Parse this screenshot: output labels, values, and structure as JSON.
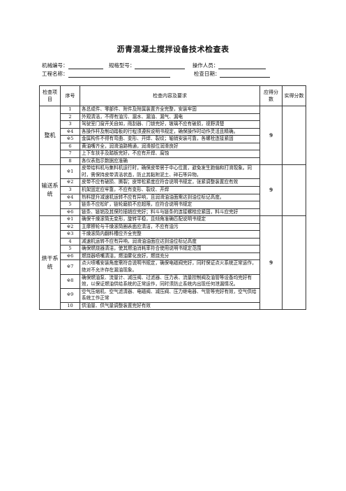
{
  "title": "沥青混凝土搅拌设备技术检查表",
  "header": {
    "machine_no": "机械编号：",
    "spec_model": "规格型号：",
    "operator": "操作人员：",
    "project_name": "工程名称：",
    "check_date": "检查日期："
  },
  "columns": {
    "item": "检查项目",
    "seq": "序号",
    "content": "检查内容及要求",
    "due": "应得分数",
    "actual": "实得分数"
  },
  "sections": [
    {
      "name": "整机",
      "score": "9",
      "rows": [
        {
          "no": "1",
          "text": "各总成件、零部件、附件及附属装置齐全完整，安装牢固"
        },
        {
          "no": "2",
          "text": "外观清洁，不得有油污、漏水、漏油、漏气、漏电"
        },
        {
          "no": "3",
          "text": "驾驶室门窗开关自如，雨刮器、门锁完好，玻璃不应有破损，视野清楚"
        },
        {
          "no": "※4",
          "text": "各操作杆及制动踏板的行程须遵照说明书规定，确保操作时动作灵活且精确。"
        },
        {
          "no": "※5",
          "text": "金属构件不得有弯曲、变形、开焊、裂纹；轴销安装可靠，各螺栓连接紧固"
        },
        {
          "no": "6",
          "text": "黄油嘴齐全，润滑油路畅通，润滑部位润滑良好"
        },
        {
          "no": "7",
          "text": "上下车扶手及踏板完好，不应有开焊、腐蚀"
        },
        {
          "no": "8",
          "text": "各仪表指示数据应准确"
        }
      ]
    },
    {
      "name": "输送系统",
      "score": "9",
      "rows": [
        {
          "no": "※1",
          "text": "皮带给料机与集料机运行时，确保皮带居于中心位置，避免发生跑偏和打滑现象。同时，需保持皮带清洁状态，防止其黏附泥土、碎石等异物。"
        },
        {
          "no": "※2",
          "text": "皮带不应有破损、撕裂；皮带松紧度应符合说明书规定，张紧调整装置应有效"
        },
        {
          "no": "3",
          "text": "机架固定应牢靠，不应有变形、裂纹、开焊"
        },
        {
          "no": "※4",
          "text": "热料提升减速机运转不应有异响，且润滑油油面需达到油位标记高度。"
        },
        {
          "no": "5",
          "text": "链条不应松旷，链轮磨损不应超限，应符合说明书规定"
        },
        {
          "no": "※6",
          "text": "链条、链销及其保险插销应完好；料斗与链条的连接螺栓应紧固，料斗应完好"
        }
      ]
    },
    {
      "name": "烘干系统",
      "score": "9",
      "rows": [
        {
          "no": "※1",
          "text": "确保干燥滚筒无变形，旋转平稳，且倾角准确匹配说明书规定"
        },
        {
          "no": "※2",
          "text": "主摩擦轮与干燥滚筒圈表面应清洁，不应有油污"
        },
        {
          "no": "※3",
          "text": "干燥滚筒内翻料槽应齐全完整"
        },
        {
          "no": "4",
          "text": "减速机运转不应有异响，润滑油油面应达到油位标记高度"
        },
        {
          "no": "5",
          "text": "确保燃烧器清洁，使其燃油消耗率符合使用说明书规定范围"
        },
        {
          "no": "※6",
          "text": "燃烧器喷嘴清洁，燃油雾化良好，燃烧充分"
        },
        {
          "no": "※7",
          "text": "点火喷嘴安装角度需符合说明书规定，确保电磁阀完好，同时保证点火系统正常运作，绝对不允许存在漏油现象。"
        },
        {
          "no": "※8",
          "text": "确保燃油泵、流量计、减压阀、过滤器、压力表、流量控制阀及油管等设备均完好有效，以保证燃油供给系统的正常运作，同时须防止系统内出现任何泄漏情况。"
        },
        {
          "no": "※9",
          "text": "空气压缩机、空气滤清器、电磁阀、减压阀、压力继电器、气管等完好有效，空气供给系统工作正常"
        },
        {
          "no": "10",
          "text": "供油量、供气量调整装置完好有效"
        }
      ]
    }
  ]
}
